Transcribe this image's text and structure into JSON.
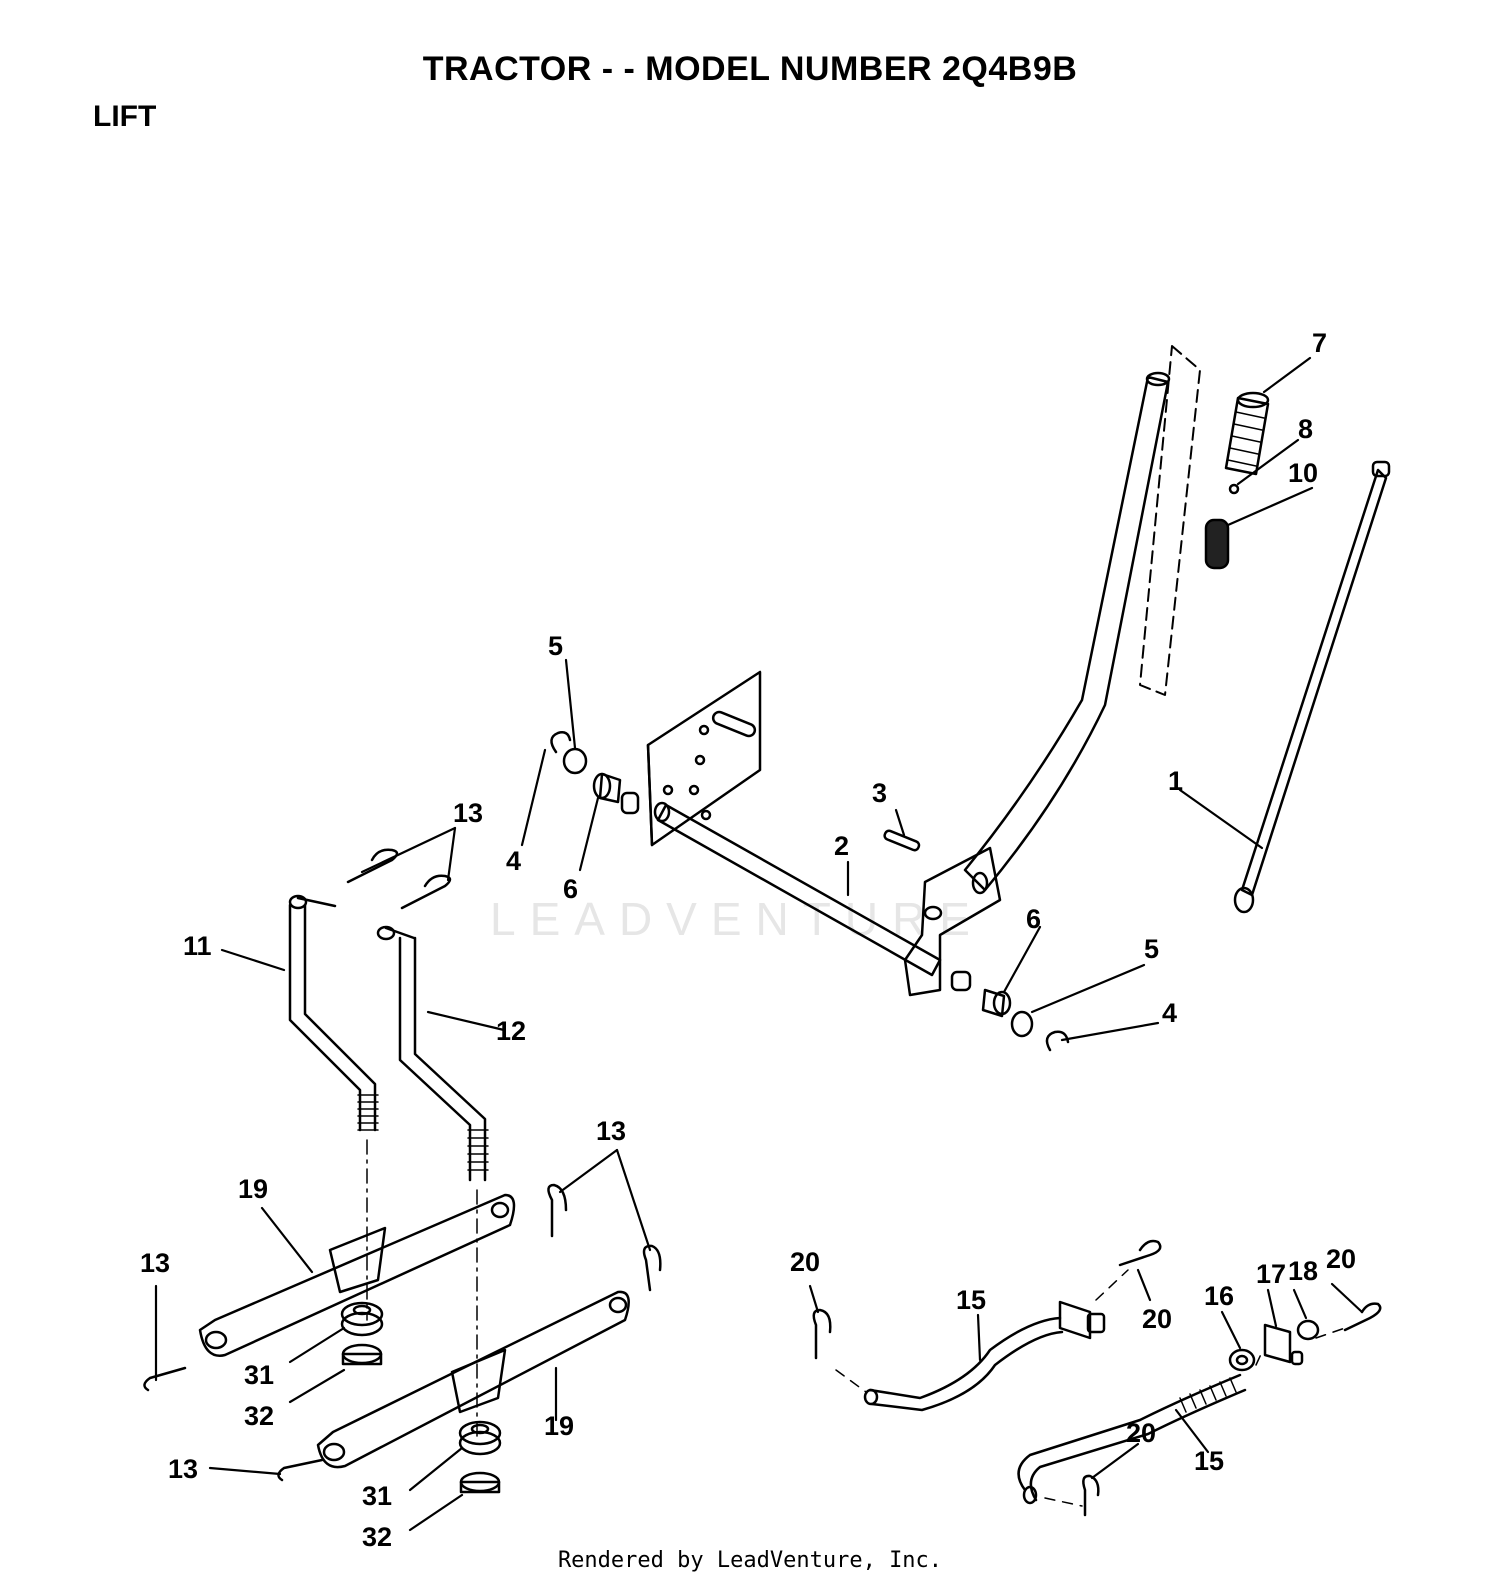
{
  "title": "TRACTOR - - MODEL NUMBER 2Q4B9B",
  "section": "LIFT",
  "footer": "Rendered by LeadVenture, Inc.",
  "watermark": "LEADVENTURE",
  "callouts": {
    "c7": "7",
    "c8": "8",
    "c10": "10",
    "c1": "1",
    "c2": "2",
    "c3": "3",
    "c4a": "4",
    "c4b": "4",
    "c5a": "5",
    "c5b": "5",
    "c6a": "6",
    "c6b": "6",
    "c11": "11",
    "c12": "12",
    "c13a": "13",
    "c13b": "13",
    "c13c": "13",
    "c13d": "13",
    "c19a": "19",
    "c19b": "19",
    "c31a": "31",
    "c31b": "31",
    "c32a": "32",
    "c32b": "32",
    "c20a": "20",
    "c20b": "20",
    "c20c": "20",
    "c20d": "20",
    "c15a": "15",
    "c15b": "15",
    "c16": "16",
    "c17": "17",
    "c18": "18"
  }
}
